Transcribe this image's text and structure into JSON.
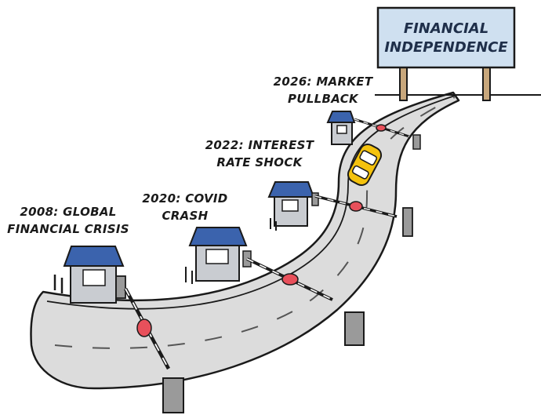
{
  "sign": {
    "line1": "FINANCIAL",
    "line2": "INDEPENDENCE"
  },
  "checkpoints": [
    {
      "line1": "2008: GLOBAL",
      "line2": "FINANCIAL CRISIS"
    },
    {
      "line1": "2020: COVID",
      "line2": "CRASH"
    },
    {
      "line1": "2022: INTEREST",
      "line2": "RATE SHOCK"
    },
    {
      "line1": "2026: MARKET",
      "line2": "PULLBACK"
    }
  ],
  "colors": {
    "road": "#dcdcdc",
    "outline": "#1a1a1a",
    "sign_board": "#cfe0f0",
    "sign_post": "#c8a77c",
    "booth_roof": "#3b63ad",
    "booth_body": "#c9ccd1",
    "barrier_light": "#e8505b",
    "car": "#f4c20d",
    "stone": "#9a9a9a"
  },
  "icons": {
    "vehicle": "car-icon",
    "booth": "toll-booth-icon",
    "barrier": "boom-barrier-icon",
    "sign": "road-sign-icon"
  }
}
